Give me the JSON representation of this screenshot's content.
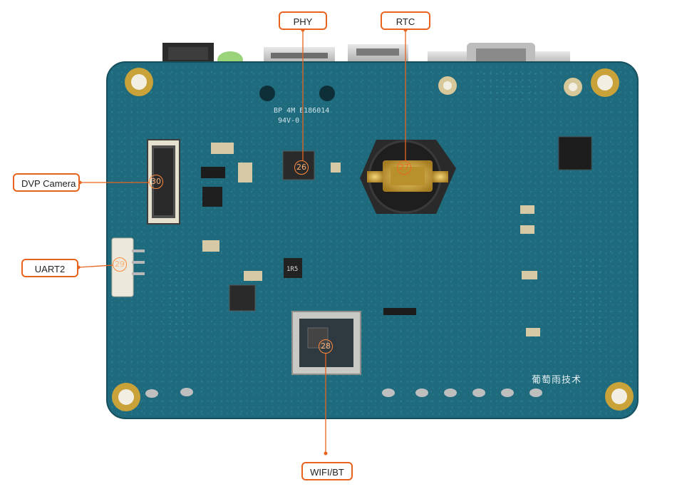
{
  "labels": {
    "phy": "PHY",
    "rtc": "RTC",
    "dvp_camera": "DVP Camera",
    "uart2": "UART2",
    "wifi_bt": "WIFI/BT"
  },
  "markers": {
    "m26": "26",
    "m27": "27",
    "m28": "28",
    "m29": "29",
    "m30": "30"
  },
  "silkscreen": {
    "cert_line1": "BP 4M E186014",
    "cert_line2": "94V-0",
    "chip_text": "1R5"
  },
  "watermark": "葡萄雨技术",
  "colors": {
    "accent": "#e8631e",
    "board": "#1f6a7d",
    "board_dark": "#154f5d",
    "gold": "#c9a23a"
  }
}
